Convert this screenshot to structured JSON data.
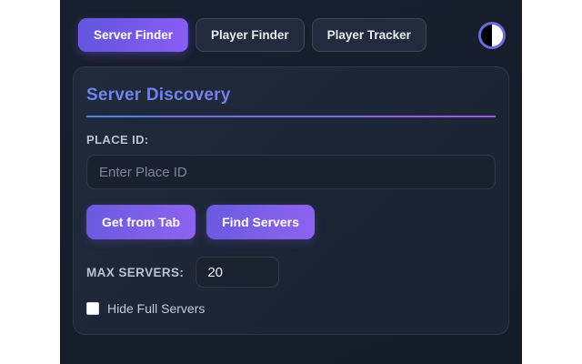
{
  "colors": {
    "panel_bg": "#151c2a",
    "card_bg": "#1c2534",
    "accent_gradient_start": "#6155dd",
    "accent_gradient_end": "#8a5cf6",
    "title_gradient_start": "#6d87ee",
    "title_gradient_end": "#8b6cf0",
    "divider_gradient_start": "#5b7fe0",
    "divider_gradient_end": "#a05bf0",
    "toggle_ring": "#6a6ade"
  },
  "header": {
    "tabs": [
      {
        "label": "Server Finder",
        "active": true
      },
      {
        "label": "Player Finder",
        "active": false
      },
      {
        "label": "Player Tracker",
        "active": false
      }
    ],
    "theme_toggle_icon": "half-filled-contrast-circle"
  },
  "server_discovery": {
    "title": "Server Discovery",
    "place_id": {
      "label": "PLACE ID:",
      "placeholder": "Enter Place ID",
      "value": ""
    },
    "buttons": {
      "get_from_tab": "Get from Tab",
      "find_servers": "Find Servers"
    },
    "max_servers": {
      "label": "MAX SERVERS:",
      "value": "20"
    },
    "hide_full_servers": {
      "label": "Hide Full Servers",
      "checked": false
    }
  }
}
